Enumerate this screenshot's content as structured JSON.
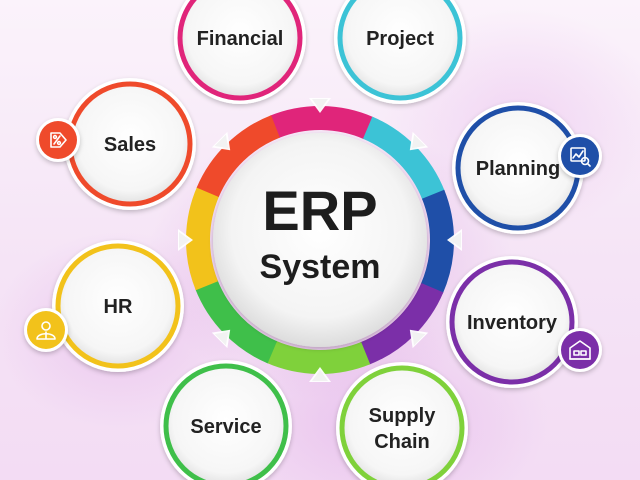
{
  "center": {
    "title": "ERP",
    "subtitle": "System"
  },
  "modules": [
    {
      "id": "financial",
      "lines": [
        "Financial"
      ],
      "color": "#e0257a",
      "icon": ""
    },
    {
      "id": "project",
      "lines": [
        "Project"
      ],
      "color": "#3cc3d6",
      "icon": ""
    },
    {
      "id": "planning",
      "lines": [
        "Planning"
      ],
      "color": "#1f4fa8",
      "icon": "chart-magnifier-icon"
    },
    {
      "id": "inventory",
      "lines": [
        "Inventory"
      ],
      "color": "#7b2fa8",
      "icon": "warehouse-icon"
    },
    {
      "id": "supply-chain",
      "lines": [
        "Supply",
        "Chain"
      ],
      "color": "#7fd13b",
      "icon": ""
    },
    {
      "id": "service",
      "lines": [
        "Service"
      ],
      "color": "#3fbf4a",
      "icon": ""
    },
    {
      "id": "hr",
      "lines": [
        "HR"
      ],
      "color": "#f2c21b",
      "icon": "employee-icon"
    },
    {
      "id": "sales",
      "lines": [
        "Sales"
      ],
      "color": "#ef4a2b",
      "icon": "percent-tag-icon"
    }
  ],
  "ring_colors": [
    "#e0257a",
    "#3cc3d6",
    "#1f4fa8",
    "#7b2fa8",
    "#7fd13b",
    "#3fbf4a",
    "#f2c21b",
    "#ef4a2b"
  ]
}
